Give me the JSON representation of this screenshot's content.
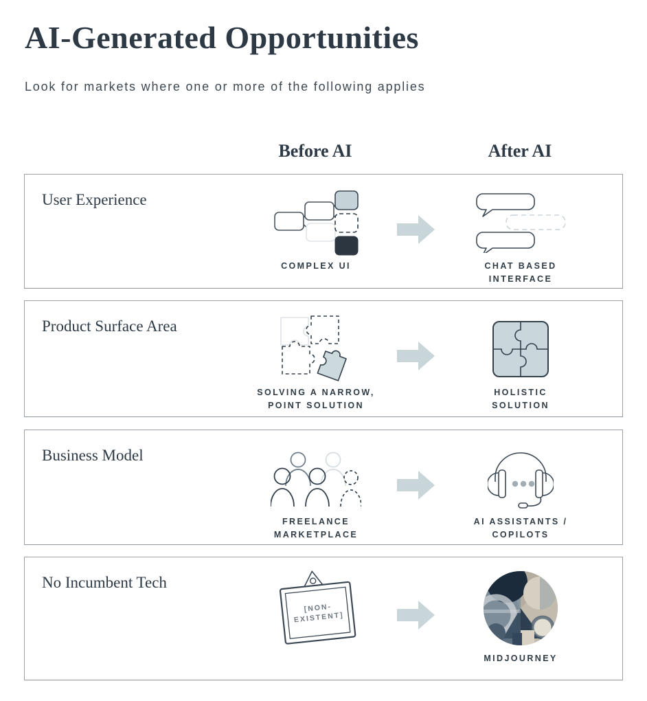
{
  "header": {
    "title": "AI-Generated Opportunities",
    "subtitle": "Look for markets where one or more of the following applies"
  },
  "columns": {
    "before": "Before AI",
    "after": "After AI"
  },
  "rows": [
    {
      "label": "User Experience",
      "before": {
        "icon": "complex-ui-flowchart-icon",
        "caption_lines": [
          "COMPLEX UI"
        ]
      },
      "after": {
        "icon": "chat-bubbles-icon",
        "caption_lines": [
          "CHAT BASED",
          "INTERFACE"
        ]
      }
    },
    {
      "label": "Product Surface Area",
      "before": {
        "icon": "scattered-puzzle-icon",
        "caption_lines": [
          "SOLVING A NARROW,",
          "POINT SOLUTION"
        ]
      },
      "after": {
        "icon": "complete-puzzle-icon",
        "caption_lines": [
          "HOLISTIC",
          "SOLUTION"
        ]
      }
    },
    {
      "label": "Business Model",
      "before": {
        "icon": "people-group-icon",
        "caption_lines": [
          "FREELANCE",
          "MARKETPLACE"
        ]
      },
      "after": {
        "icon": "headset-icon",
        "caption_lines": [
          "AI ASSISTANTS /",
          "COPILOTS"
        ]
      }
    },
    {
      "label": "No Incumbent Tech",
      "before": {
        "icon": "hanging-sign-icon",
        "sign_lines": [
          "[NON-",
          "EXISTENT]"
        ],
        "caption_lines": []
      },
      "after": {
        "icon": "midjourney-abstract-image",
        "caption_lines": [
          "MIDJOURNEY"
        ]
      }
    }
  ],
  "colors": {
    "accent_light_blue": "#c7d5da",
    "dark_navy": "#2b3641",
    "outline_dark": "#3b4753",
    "outline_light": "#dfe3e6",
    "text_dark": "#2d3945",
    "caption_text": "#2f3b45",
    "sign_text": "#6e7881",
    "row_border": "#9ba1a6"
  }
}
